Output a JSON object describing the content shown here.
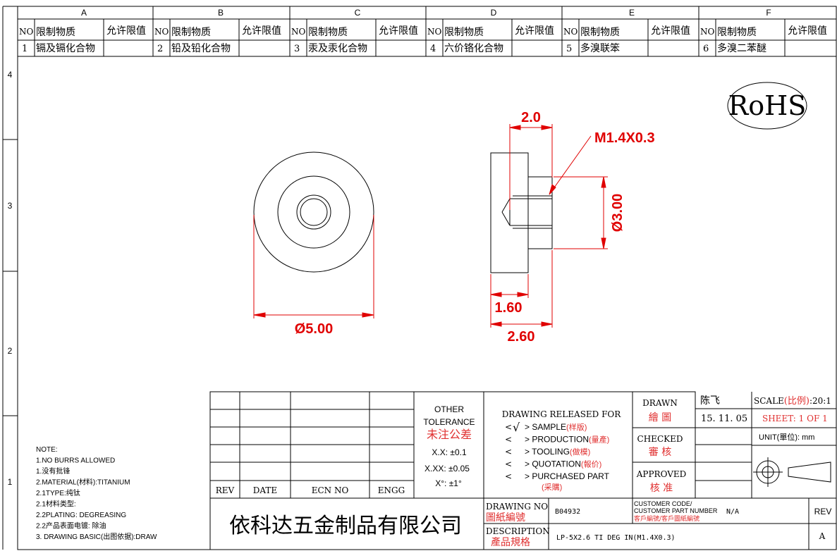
{
  "zones": {
    "columns": [
      "A",
      "B",
      "C",
      "D",
      "E",
      "F"
    ],
    "rows": [
      "4",
      "3",
      "2",
      "1"
    ]
  },
  "restricted_table": {
    "header_no": "NO",
    "header_substance": "限制物质",
    "header_limit": "允许限值",
    "items": [
      {
        "no": "1",
        "substance": "镉及镉化合物"
      },
      {
        "no": "2",
        "substance": "铅及铅化合物"
      },
      {
        "no": "3",
        "substance": "汞及汞化合物"
      },
      {
        "no": "4",
        "substance": "六价铬化合物"
      },
      {
        "no": "5",
        "substance": "多溴联笨"
      },
      {
        "no": "6",
        "substance": "多溴二苯醚"
      }
    ]
  },
  "rohs": "RoHS",
  "dims": {
    "outer_dia": "Ø5.00",
    "head_width": "2.0",
    "thread": "M1.4X0.3",
    "boss_dia": "Ø3.00",
    "flange": "1.60",
    "length": "2.60"
  },
  "notes": [
    "NOTE:",
    "1.NO BURRS ALLOWED",
    "1.没有批锋",
    "2.MATERIAL(材料):TITANIUM",
    "2.1TYPE:纯钛",
    "2.1材料类型:",
    "2.2PLATING: DEGREASING",
    "2.2产品表面电镀: 除油",
    "3. DRAWING BASIC(出图依据):DRAW"
  ],
  "rev_table": {
    "rev": "REV",
    "date": "DATE",
    "ecn": "ECN NO",
    "engg": "ENGG"
  },
  "tolerance": {
    "title1": "OTHER",
    "title2": "TOLERANCE",
    "title_cn": "未注公差",
    "lines": [
      "X.X: ±0.1",
      "X.XX: ±0.05",
      "X°: ±1°"
    ]
  },
  "release": {
    "title": "DRAWING RELEASED FOR",
    "items": [
      {
        "mark": "<",
        "check": "√",
        "label": "> SAMPLE",
        "cn": "(样版)"
      },
      {
        "mark": "<",
        "check": "",
        "label": "> PRODUCTION",
        "cn": "(量產)"
      },
      {
        "mark": "<",
        "check": "",
        "label": "> TOOLING",
        "cn": "(做模)"
      },
      {
        "mark": "<",
        "check": "",
        "label": "> QUOTATION",
        "cn": "(報价)"
      },
      {
        "mark": "<",
        "check": "",
        "label": "> PURCHASED PART",
        "cn": "(采購)"
      }
    ]
  },
  "signoff": {
    "drawn": "DRAWN",
    "drawn_cn": "繪 圖",
    "drawn_name": "陈飞",
    "drawn_date": "15. 11. 05",
    "checked": "CHECKED",
    "checked_cn": "審 核",
    "approved": "APPROVED",
    "approved_cn": "核 准"
  },
  "scale": {
    "label": "SCALE",
    "label_cn": "(比例)",
    "value": ":20:1"
  },
  "sheet": {
    "label": "SHEET:",
    "value": "1 OF 1"
  },
  "unit": {
    "label": "UNIT(單位):",
    "value": "mm"
  },
  "company": "依科达五金制品有限公司",
  "drawing_no": {
    "label": "DRAWING NO",
    "label_cn": "圖紙編號",
    "value": "B04932"
  },
  "customer": {
    "label1": "CUSTOMER CODE/",
    "label2": "CUSTOMER PART NUMBER",
    "label_cn": "客戶編號/客戶圖紙編號",
    "value": "N/A"
  },
  "description": {
    "label": "DESCRIPTION",
    "label_cn": "產品規格",
    "value": "LP-5X2.6 TI DEG IN(M1.4X0.3)"
  },
  "rev_box": {
    "label": "REV",
    "value": "A"
  },
  "colors": {
    "line": "#000000",
    "dim": "#e00000",
    "cn_red": "#e03030"
  }
}
